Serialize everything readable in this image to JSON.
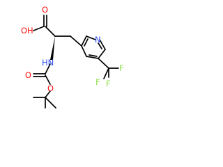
{
  "molecule": {
    "atoms": [
      {
        "id": "OH_label",
        "text": "OH",
        "color": "#ff0d0d"
      },
      {
        "id": "O_carbonyl",
        "text": "O",
        "color": "#ff0d0d"
      },
      {
        "id": "HN_label",
        "text": "HN",
        "color": "#3050f8"
      },
      {
        "id": "O_carbamate",
        "text": "O",
        "color": "#ff0d0d"
      },
      {
        "id": "O_ester",
        "text": "O",
        "color": "#ff0d0d"
      },
      {
        "id": "N_pyridine",
        "text": "N",
        "color": "#3050f8"
      },
      {
        "id": "F1",
        "text": "F",
        "color": "#90e050"
      },
      {
        "id": "F2",
        "text": "F",
        "color": "#90e050"
      },
      {
        "id": "F3",
        "text": "F",
        "color": "#90e050"
      }
    ]
  }
}
